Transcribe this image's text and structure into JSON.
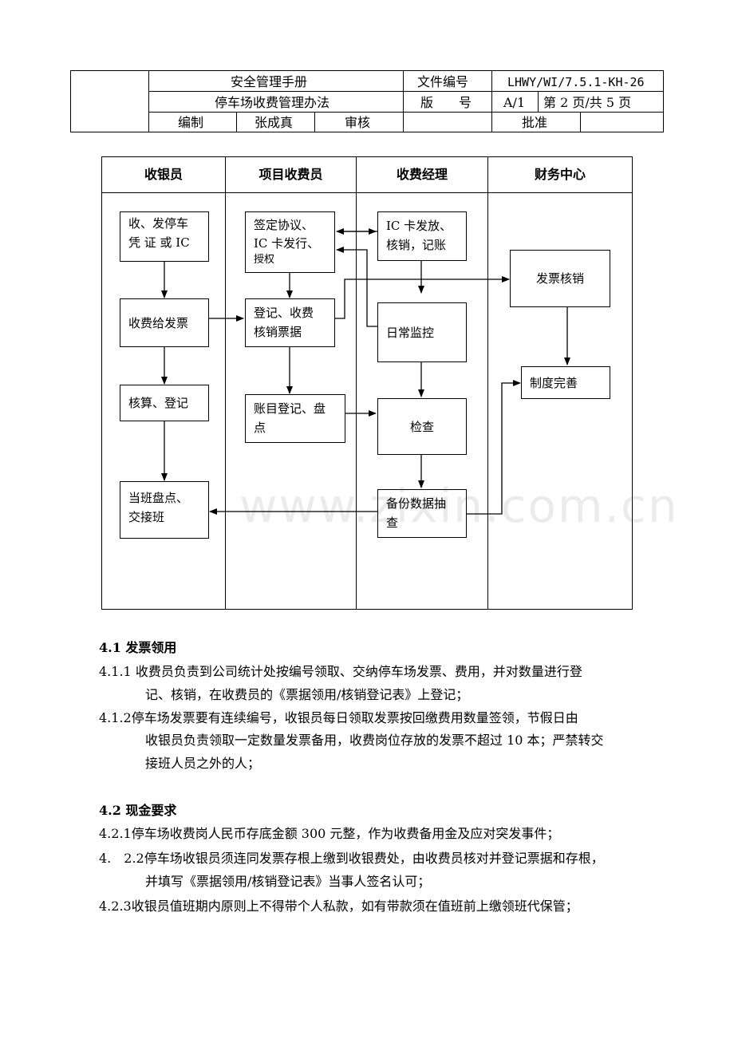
{
  "header": {
    "manual_title": "安全管理手册",
    "doc_title": "停车场收费管理办法",
    "file_no_label": "文件编号",
    "file_no": "LHWY/WI/7.5.1-KH-26",
    "version_label": "版　　号",
    "version": "A/1",
    "page": "第 2 页/共 5 页",
    "compile_label": "编制",
    "compiler": "张成真",
    "review_label": "审核",
    "approve_label": "批准"
  },
  "flowchart": {
    "lanes": [
      "收银员",
      "项目收费员",
      "收费经理",
      "财务中心"
    ],
    "boxes": {
      "issue_voucher": [
        "收、发停车",
        "凭 证 或 IC"
      ],
      "charge_invoice": "收费给发票",
      "account_register": "核算、登记",
      "shift_handover": [
        "当班盘点、",
        "交接班"
      ],
      "sign_agreement": [
        "签定协议、",
        "IC 卡发行、",
        "授权"
      ],
      "register_charge": [
        "登记、收费",
        "核销票据"
      ],
      "ledger_inventory": [
        "账目登记、盘",
        "点"
      ],
      "ic_card": [
        "IC 卡发放、",
        "核销，记账"
      ],
      "daily_monitor": "日常监控",
      "inspection": "检查",
      "backup_check": [
        "备份数据抽",
        "查"
      ],
      "invoice_cancel": "发票核销",
      "system_improve": "制度完善"
    }
  },
  "watermark": "www.zixin.com.cn",
  "sections": [
    {
      "title": "4.1 发票领用",
      "items": [
        {
          "num": "4.1.1",
          "line1": "收费员负责到公司统计处按编号领取、交纳停车场发票、费用，并对数量进行登",
          "rest": [
            "记、核销，在收费员的《票据领用/核销登记表》上登记；"
          ]
        },
        {
          "num": "4.1.2",
          "line1": "停车场发票要有连续编号，收银员每日领取发票按回缴费用数量签领，节假日由",
          "rest": [
            "收银员负责领取一定数量发票备用，收费岗位存放的发票不超过 10 本；严禁转交",
            "接班人员之外的人；"
          ]
        }
      ]
    },
    {
      "title": "4.2 现金要求",
      "items": [
        {
          "num": "4.2.1",
          "line1": "停车场收费岗人民币存底金额 300 元整，作为收费备用金及应对突发事件；",
          "rest": []
        },
        {
          "num": "4.　2.2",
          "line1": "停车场收银员须连同发票存根上缴到收银费处，由收费员核对并登记票据和存根，",
          "rest": [
            "并填写《票据领用/核销登记表》当事人签名认可；"
          ]
        },
        {
          "num": "4.2.3",
          "line1": "收银员值班期内原则上不得带个人私款，如有带款须在值班前上缴领班代保管；",
          "rest": []
        }
      ]
    }
  ]
}
